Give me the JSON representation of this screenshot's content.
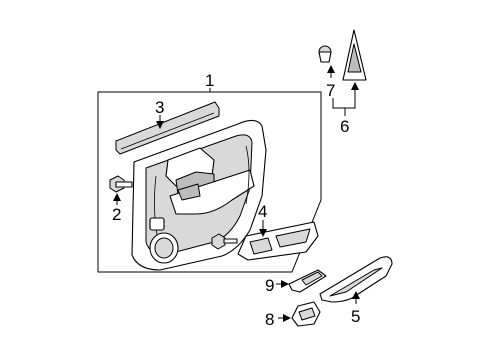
{
  "callouts": {
    "c1": "1",
    "c2": "2",
    "c3": "3",
    "c4": "4",
    "c5": "5",
    "c6": "6",
    "c7": "7",
    "c8": "8",
    "c9": "9"
  },
  "colors": {
    "line": "#000000",
    "background": "#ffffff",
    "part_shade": "#d9d9d9"
  }
}
